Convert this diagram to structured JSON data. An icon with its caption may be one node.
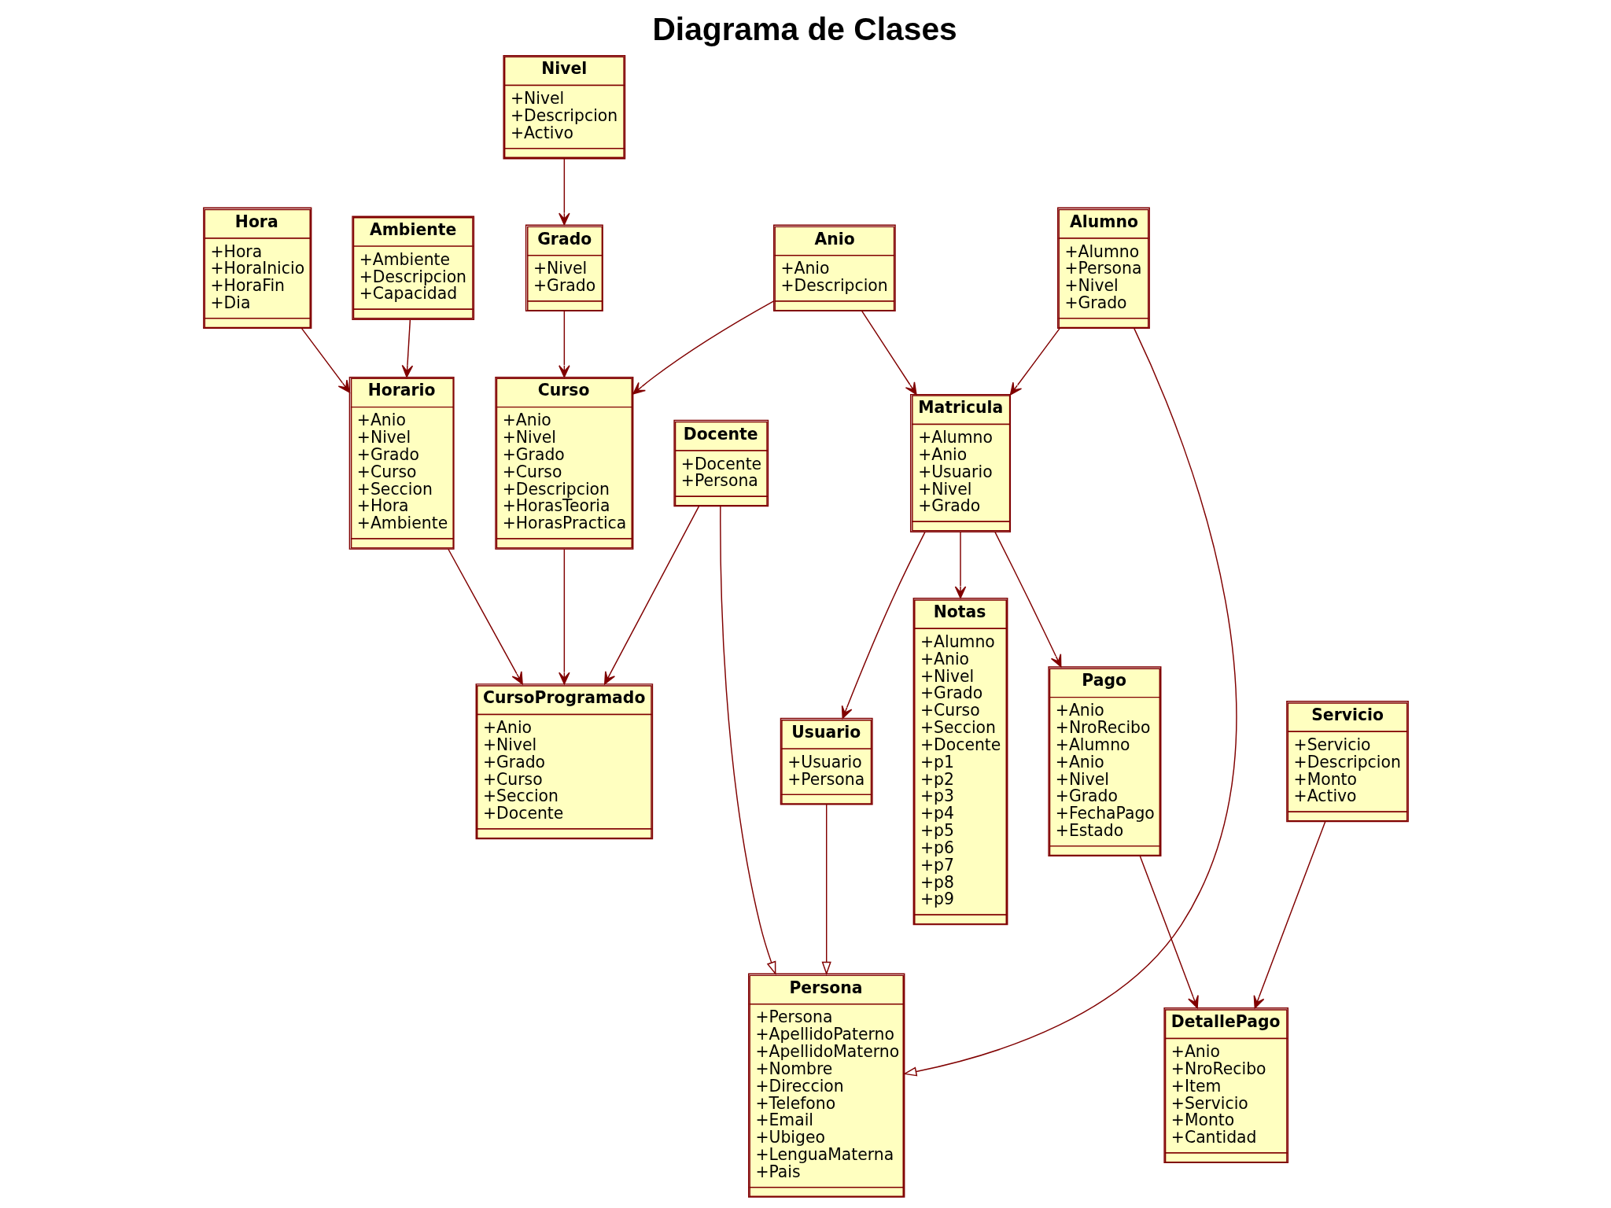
{
  "diagram": {
    "title": "Diagrama de Clases",
    "nodes": [
      {
        "text": [
          "CursoProgramado",
          "+Anio",
          "+Nivel",
          "+Grado",
          "+Curso",
          "+Seccion",
          "+Docente"
        ]
      },
      {
        "text": [
          "Horario",
          "+Anio",
          "+Nivel",
          "+Grado",
          "+Curso",
          "+Seccion",
          "+Hora",
          "+Ambiente"
        ]
      },
      {
        "text": [
          "Docente",
          "+Docente",
          "+Persona"
        ]
      },
      {
        "text": [
          "Hora",
          "+Hora",
          "+HoraInicio",
          "+HoraFin",
          "+Dia"
        ]
      },
      {
        "text": [
          "Notas",
          "+Alumno",
          "+Anio",
          "+Nivel",
          "+Grado",
          "+Curso",
          "+Seccion",
          "+Docente",
          "+p1",
          "+p2",
          "+p3",
          "+p4",
          "+p5",
          "+p6",
          "+p7",
          "+p8",
          "+p9"
        ]
      },
      {
        "text": [
          "Ambiente",
          "+Ambiente",
          "+Descripcion",
          "+Capacidad"
        ]
      },
      {
        "text": [
          "Persona",
          "+Persona",
          "+ApellidoPaterno",
          "+ApellidoMaterno",
          "+Nombre",
          "+Direccion",
          "+Telefono",
          "+Email",
          "+Ubigeo",
          "+LenguaMaterna",
          "+Pais"
        ]
      },
      {
        "text": [
          "Curso",
          "+Anio",
          "+Nivel",
          "+Grado",
          "+Curso",
          "+Descripcion",
          "+HorasTeoria",
          "+HorasPractica"
        ]
      },
      {
        "text": [
          "Nivel",
          "+Nivel",
          "+Descripcion",
          "+Activo"
        ]
      },
      {
        "text": [
          "Anio",
          "+Anio",
          "+Descripcion"
        ]
      },
      {
        "text": [
          "Alumno",
          "+Alumno",
          "+Persona",
          "+Nivel",
          "+Grado"
        ]
      },
      {
        "text": [
          "Grado",
          "+Nivel",
          "+Grado"
        ]
      },
      {
        "text": [
          "Pago",
          "+Anio",
          "+NroRecibo",
          "+Alumno",
          "+Anio",
          "+Nivel",
          "+Grado",
          "+FechaPago",
          "+Estado"
        ]
      },
      {
        "text": [
          "Matricula",
          "+Alumno",
          "+Anio",
          "+Usuario",
          "+Nivel",
          "+Grado"
        ]
      },
      {
        "text": [
          "DetallePago",
          "+Anio",
          "+NroRecibo",
          "+Item",
          "+Servicio",
          "+Monto",
          "+Cantidad"
        ]
      },
      {
        "text": [
          "Usuario",
          "+Usuario",
          "+Persona"
        ]
      },
      {
        "text": [
          "Servicio",
          "+Servicio",
          "+Descripcion",
          "+Monto",
          "+Activo"
        ]
      }
    ],
    "edges": [
      {
        "from": 2,
        "to": 0,
        "arrow": "to"
      },
      {
        "from": 2,
        "to": 6,
        "arrow": "to"
      },
      {
        "from": 1,
        "to": 0,
        "arrow": "to"
      },
      {
        "from": 3,
        "to": 1,
        "arrow": "to"
      },
      {
        "from": 5,
        "to": 1,
        "arrow": "to"
      },
      {
        "from": 7,
        "to": 0,
        "arrow": "to"
      },
      {
        "from": 9,
        "to": 7,
        "arrow": "to"
      },
      {
        "from": 11,
        "to": 7,
        "arrow": "to"
      },
      {
        "from": 8,
        "to": 11,
        "arrow": "to"
      },
      {
        "from": 9,
        "to": 13,
        "arrow": "to"
      },
      {
        "from": 13,
        "to": 4,
        "arrow": "to"
      },
      {
        "from": 10,
        "to": 6,
        "arrow": "to"
      },
      {
        "from": 15,
        "to": 6,
        "arrow": "to"
      },
      {
        "from": 10,
        "to": 13,
        "arrow": "to"
      },
      {
        "from": 13,
        "to": 12,
        "arrow": "to"
      },
      {
        "from": 13,
        "to": 15,
        "arrow": "to"
      },
      {
        "from": 12,
        "to": 14,
        "arrow": "to"
      },
      {
        "from": 16,
        "to": 14,
        "arrow": "to"
      }
    ]
  }
}
